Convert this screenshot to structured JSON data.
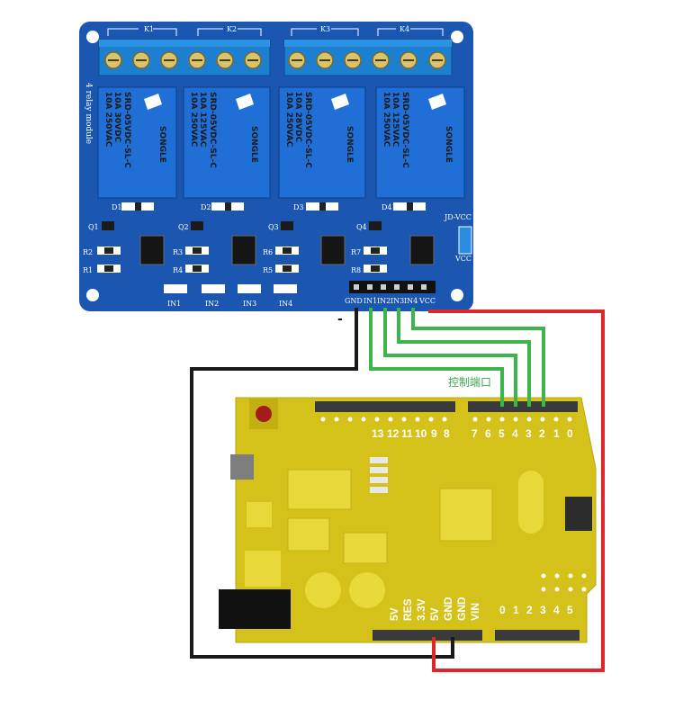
{
  "relay_board": {
    "title": "4 relay module",
    "channels": [
      {
        "k": "K1",
        "d": "D1",
        "q": "Q1",
        "in": "IN1",
        "ra": "R2",
        "rb": "R1"
      },
      {
        "k": "K2",
        "d": "D2",
        "q": "Q2",
        "in": "IN2",
        "ra": "R3",
        "rb": "R4"
      },
      {
        "k": "K3",
        "d": "D3",
        "q": "Q3",
        "in": "IN3",
        "ra": "R6",
        "rb": "R5"
      },
      {
        "k": "K4",
        "d": "D4",
        "q": "Q4",
        "in": "IN4",
        "ra": "R7",
        "rb": "R8"
      }
    ],
    "relay_text": {
      "line1": "10A 250VAC",
      "line2": "10A 125VAC",
      "line3": "10A 30VDC",
      "line4": "10A 28VDC",
      "model": "SRD-05VDC-SL-C",
      "brand": "SONGLE"
    },
    "header_pins": [
      "GND",
      "IN1",
      "IN2",
      "IN3",
      "IN4",
      "VCC"
    ],
    "jumper_top": "JD-VCC",
    "jumper_bottom": "VCC",
    "minus_sign": "-"
  },
  "wiring": {
    "control_label": "控制端口",
    "colors": {
      "signal": "#3cb54a",
      "power": "#e0252b",
      "ground": "#1a1a1a"
    }
  },
  "arduino": {
    "digital_high": [
      "13",
      "12",
      "11",
      "10",
      "9",
      "8"
    ],
    "digital_low": [
      "7",
      "6",
      "5",
      "4",
      "3",
      "2",
      "1",
      "0"
    ],
    "power_pins": [
      "5V",
      "RES",
      "3.3V",
      "5V",
      "GND",
      "GND",
      "VIN"
    ],
    "analog_pins": [
      "0",
      "1",
      "2",
      "3",
      "4",
      "5"
    ],
    "colors": {
      "board": "#d4c11a",
      "board_light": "#e8d83a",
      "header": "#3a3a3a"
    }
  }
}
